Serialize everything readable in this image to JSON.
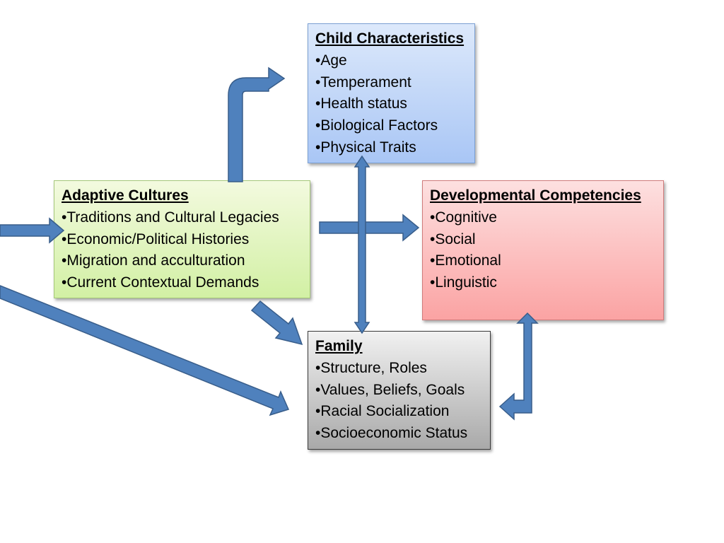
{
  "colors": {
    "arrow_fill": "#4f81bd",
    "arrow_stroke": "#385d8a",
    "child_box": "#a9c6f5",
    "adaptive_box": "#d2f0a4",
    "dev_box": "#fba3a3",
    "family_box": "#a9a9a9"
  },
  "boxes": {
    "child_characteristics": {
      "title": "Child Characteristics",
      "items": [
        "Age",
        "Temperament",
        "Health status",
        "Biological Factors",
        "Physical Traits"
      ]
    },
    "adaptive_cultures": {
      "title": "Adaptive Cultures",
      "items": [
        "Traditions and Cultural Legacies",
        "Economic/Political Histories",
        "Migration and acculturation",
        "Current Contextual Demands"
      ]
    },
    "developmental_competencies": {
      "title": "Developmental Competencies",
      "items": [
        "Cognitive",
        "Social",
        "Emotional",
        "Linguistic"
      ]
    },
    "family": {
      "title": "Family",
      "items": [
        "Structure, Roles",
        "Values, Beliefs, Goals",
        "Racial Socialization",
        "Socioeconomic Status"
      ]
    }
  },
  "arrows": [
    {
      "from": "adaptive_cultures",
      "to": "child_characteristics",
      "style": "bent"
    },
    {
      "from": "adaptive_cultures",
      "to": "developmental_competencies",
      "style": "straight"
    },
    {
      "from": "adaptive_cultures",
      "to": "family",
      "style": "straight"
    },
    {
      "from": "child_characteristics",
      "to": "family",
      "style": "double-headed"
    },
    {
      "from": "developmental_competencies",
      "to": "family",
      "style": "bent-double-headed"
    },
    {
      "from": "offscreen-left",
      "to": "adaptive_cultures",
      "style": "straight"
    },
    {
      "from": "offscreen-left",
      "to": "family",
      "style": "straight"
    }
  ]
}
